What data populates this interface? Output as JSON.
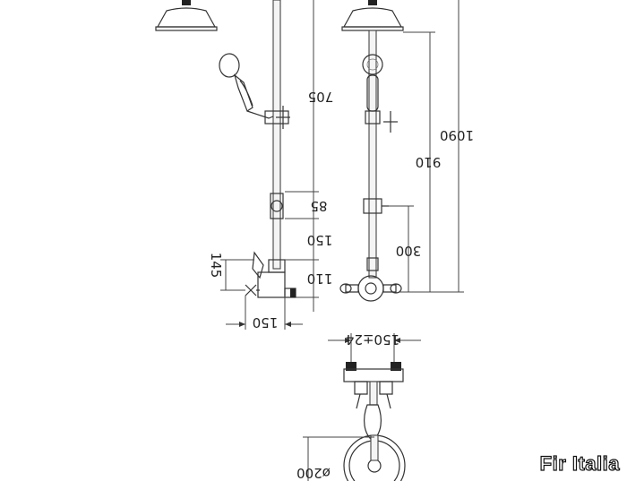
{
  "dimensions": {
    "d705": "705",
    "d85": "85",
    "d150_v": "150",
    "d110": "110",
    "d145": "145",
    "d150_h": "150",
    "d1090": "1090",
    "d910": "910",
    "d300": "300",
    "d150_pm24": "150±24",
    "d200": "ø200"
  },
  "brand": "Fir Italia"
}
